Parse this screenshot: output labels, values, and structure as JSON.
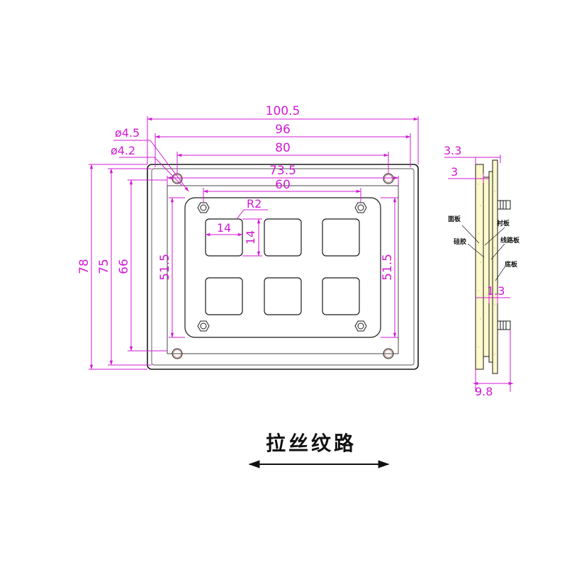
{
  "dimensions": {
    "outer_width": "100.5",
    "width_96": "96",
    "hole_spacing_80": "80",
    "width_73_5": "73.5",
    "window_60": "60",
    "radius": "R2",
    "key_width": "14",
    "key_height": "14",
    "height_51_5_left": "51.5",
    "height_51_5_right": "51.5",
    "height_78": "78",
    "height_75": "75",
    "height_66": "66",
    "hole_diam_outer": "ø4.5",
    "hole_diam_inner": "ø4.2"
  },
  "side_view": {
    "thickness_top": "3.3",
    "thickness_second": "3",
    "thickness_mid": "1.3",
    "total_depth": "9.8",
    "layer_labels": {
      "face_panel": "面板",
      "liner_plate": "衬板",
      "silicone": "硅胶",
      "circuit_board": "线路板",
      "base_plate": "底板"
    }
  },
  "caption": {
    "text": "拉丝纹路"
  },
  "colors": {
    "dimension": "#d21ad6",
    "outline": "#1a1a1a",
    "side_layer": "#fff9cc"
  }
}
